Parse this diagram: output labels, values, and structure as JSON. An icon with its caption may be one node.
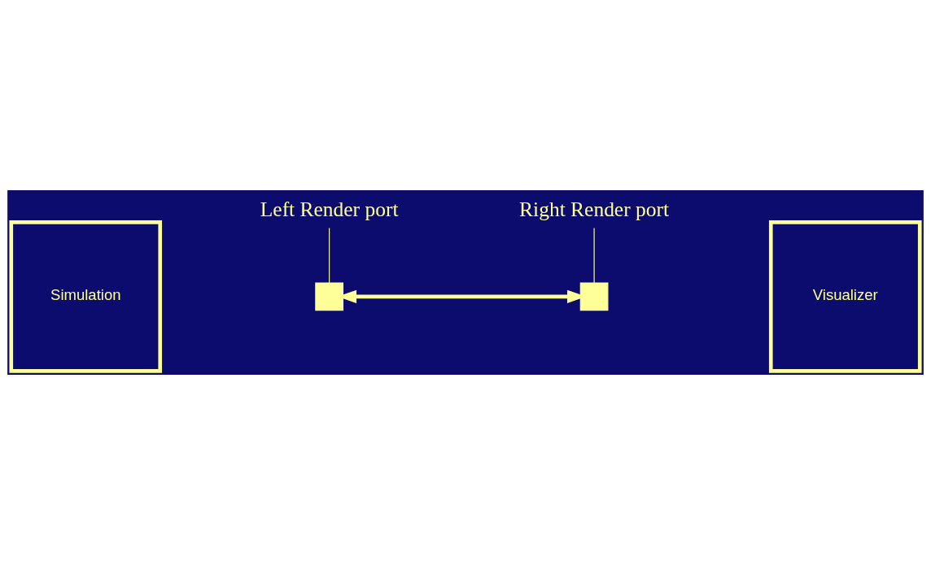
{
  "diagram": {
    "nodes": [
      {
        "text": [
          "Right Render port"
        ]
      },
      {
        "text": [
          "Simulation"
        ]
      },
      {
        "text": [],
        "shape": "box"
      },
      {
        "text": [],
        "shape": "box"
      },
      {
        "text": [
          "Visualizer"
        ]
      },
      {
        "text": [
          "Left Render port"
        ]
      }
    ],
    "edges": [
      {
        "from": 2,
        "to": 3,
        "arrow": "both",
        "style": "thick"
      },
      {
        "from": 0,
        "to": 3,
        "arrow": "none"
      },
      {
        "from": 5,
        "to": 2,
        "arrow": "none"
      }
    ]
  }
}
